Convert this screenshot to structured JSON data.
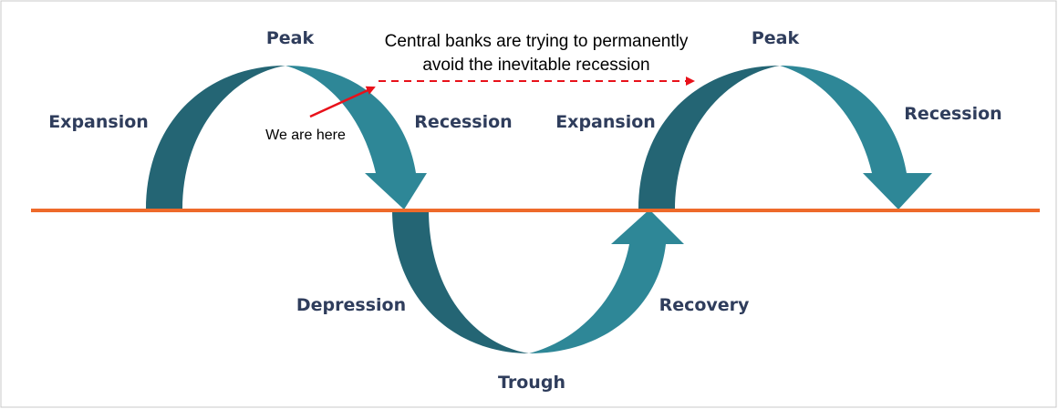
{
  "colors": {
    "dark_teal": "#246574",
    "light_teal": "#2e8797",
    "baseline": "#ee6a2a",
    "annotation": "#e8111a",
    "label": "#2f3d5c"
  },
  "labels": {
    "peak_1": "Peak",
    "expansion_1": "Expansion",
    "recession_1": "Recession",
    "depression": "Depression",
    "trough": "Trough",
    "recovery": "Recovery",
    "expansion_2": "Expansion",
    "peak_2": "Peak",
    "recession_2": "Recession"
  },
  "annotations": {
    "central_banks_line1": "Central banks are trying to permanently",
    "central_banks_line2": "avoid the inevitable recession",
    "we_are_here": "We are here"
  }
}
